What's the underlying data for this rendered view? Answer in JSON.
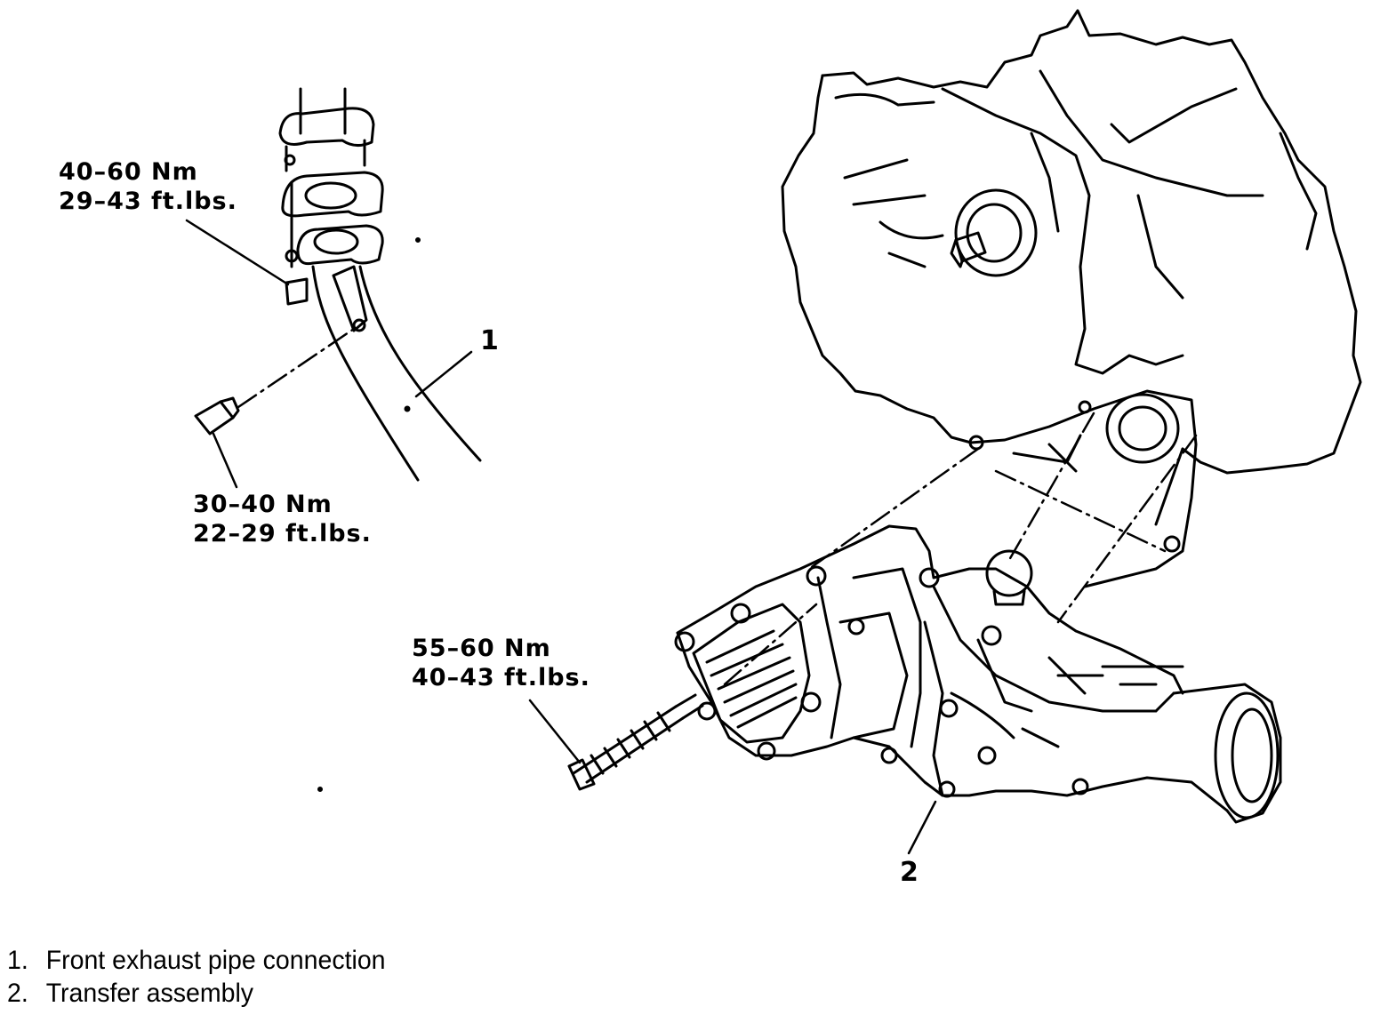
{
  "torque_specs": [
    {
      "nm": "40–60 Nm",
      "ftlbs": "29–43 ft.lbs."
    },
    {
      "nm": "30–40 Nm",
      "ftlbs": "22–29 ft.lbs."
    },
    {
      "nm": "55–60 Nm",
      "ftlbs": "40–43 ft.lbs."
    }
  ],
  "callouts": [
    "1",
    "2"
  ],
  "legend": [
    {
      "num": "1.",
      "text": "Front exhaust pipe connection"
    },
    {
      "num": "2.",
      "text": "Transfer assembly"
    }
  ]
}
